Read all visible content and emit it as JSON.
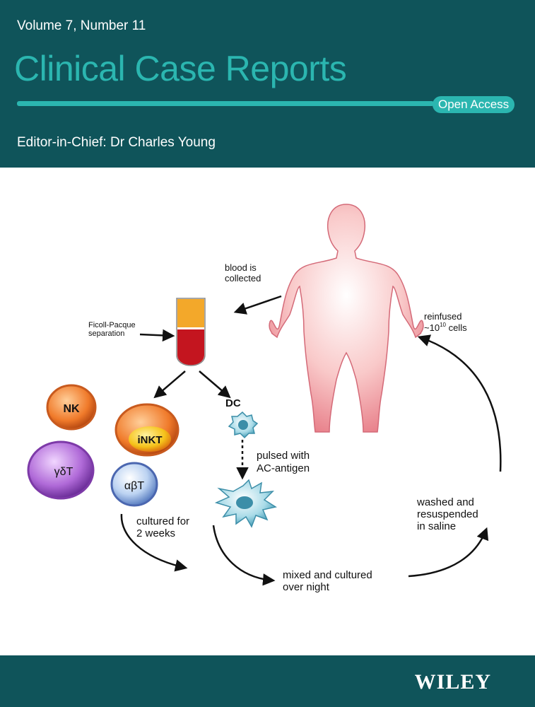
{
  "header": {
    "volume": "Volume 7, Number 11",
    "journal_title": "Clinical Case Reports",
    "open_access": "Open Access",
    "editor": "Editor-in-Chief: Dr Charles Young"
  },
  "figure": {
    "blood_collected": [
      "blood is",
      "collected"
    ],
    "ficoll": [
      "Ficoll-Pacque",
      "separation"
    ],
    "reinfused": [
      "reinfused",
      "~10",
      "10",
      " cells"
    ],
    "cells": {
      "nk": "NK",
      "inkt": "iNKT",
      "gdt": "γδT",
      "abt": "αβT",
      "dc": "DC"
    },
    "pulsed": [
      "pulsed with",
      "AC-antigen"
    ],
    "cultured": [
      "cultured for",
      "2 weeks"
    ],
    "mixed": [
      "mixed and cultured",
      "over night"
    ],
    "washed": [
      "washed and",
      "resuspended",
      "in saline"
    ]
  },
  "footer": {
    "publisher": "WILEY"
  },
  "colors": {
    "header_bg": "#0f545a",
    "accent": "#2bb6b0"
  }
}
